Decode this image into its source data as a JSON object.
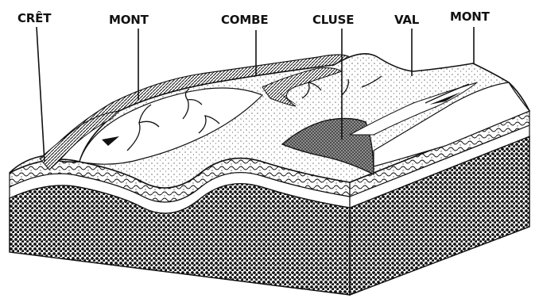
{
  "labels": {
    "cret": "CRÊT",
    "mont_left": "MONT",
    "combe": "COMBE",
    "cluse": "CLUSE",
    "val": "VAL",
    "mont_right": "MONT"
  },
  "colors": {
    "ink": "#111111",
    "paper": "#ffffff"
  },
  "icons": {
    "block": "relief-block-diagram"
  }
}
